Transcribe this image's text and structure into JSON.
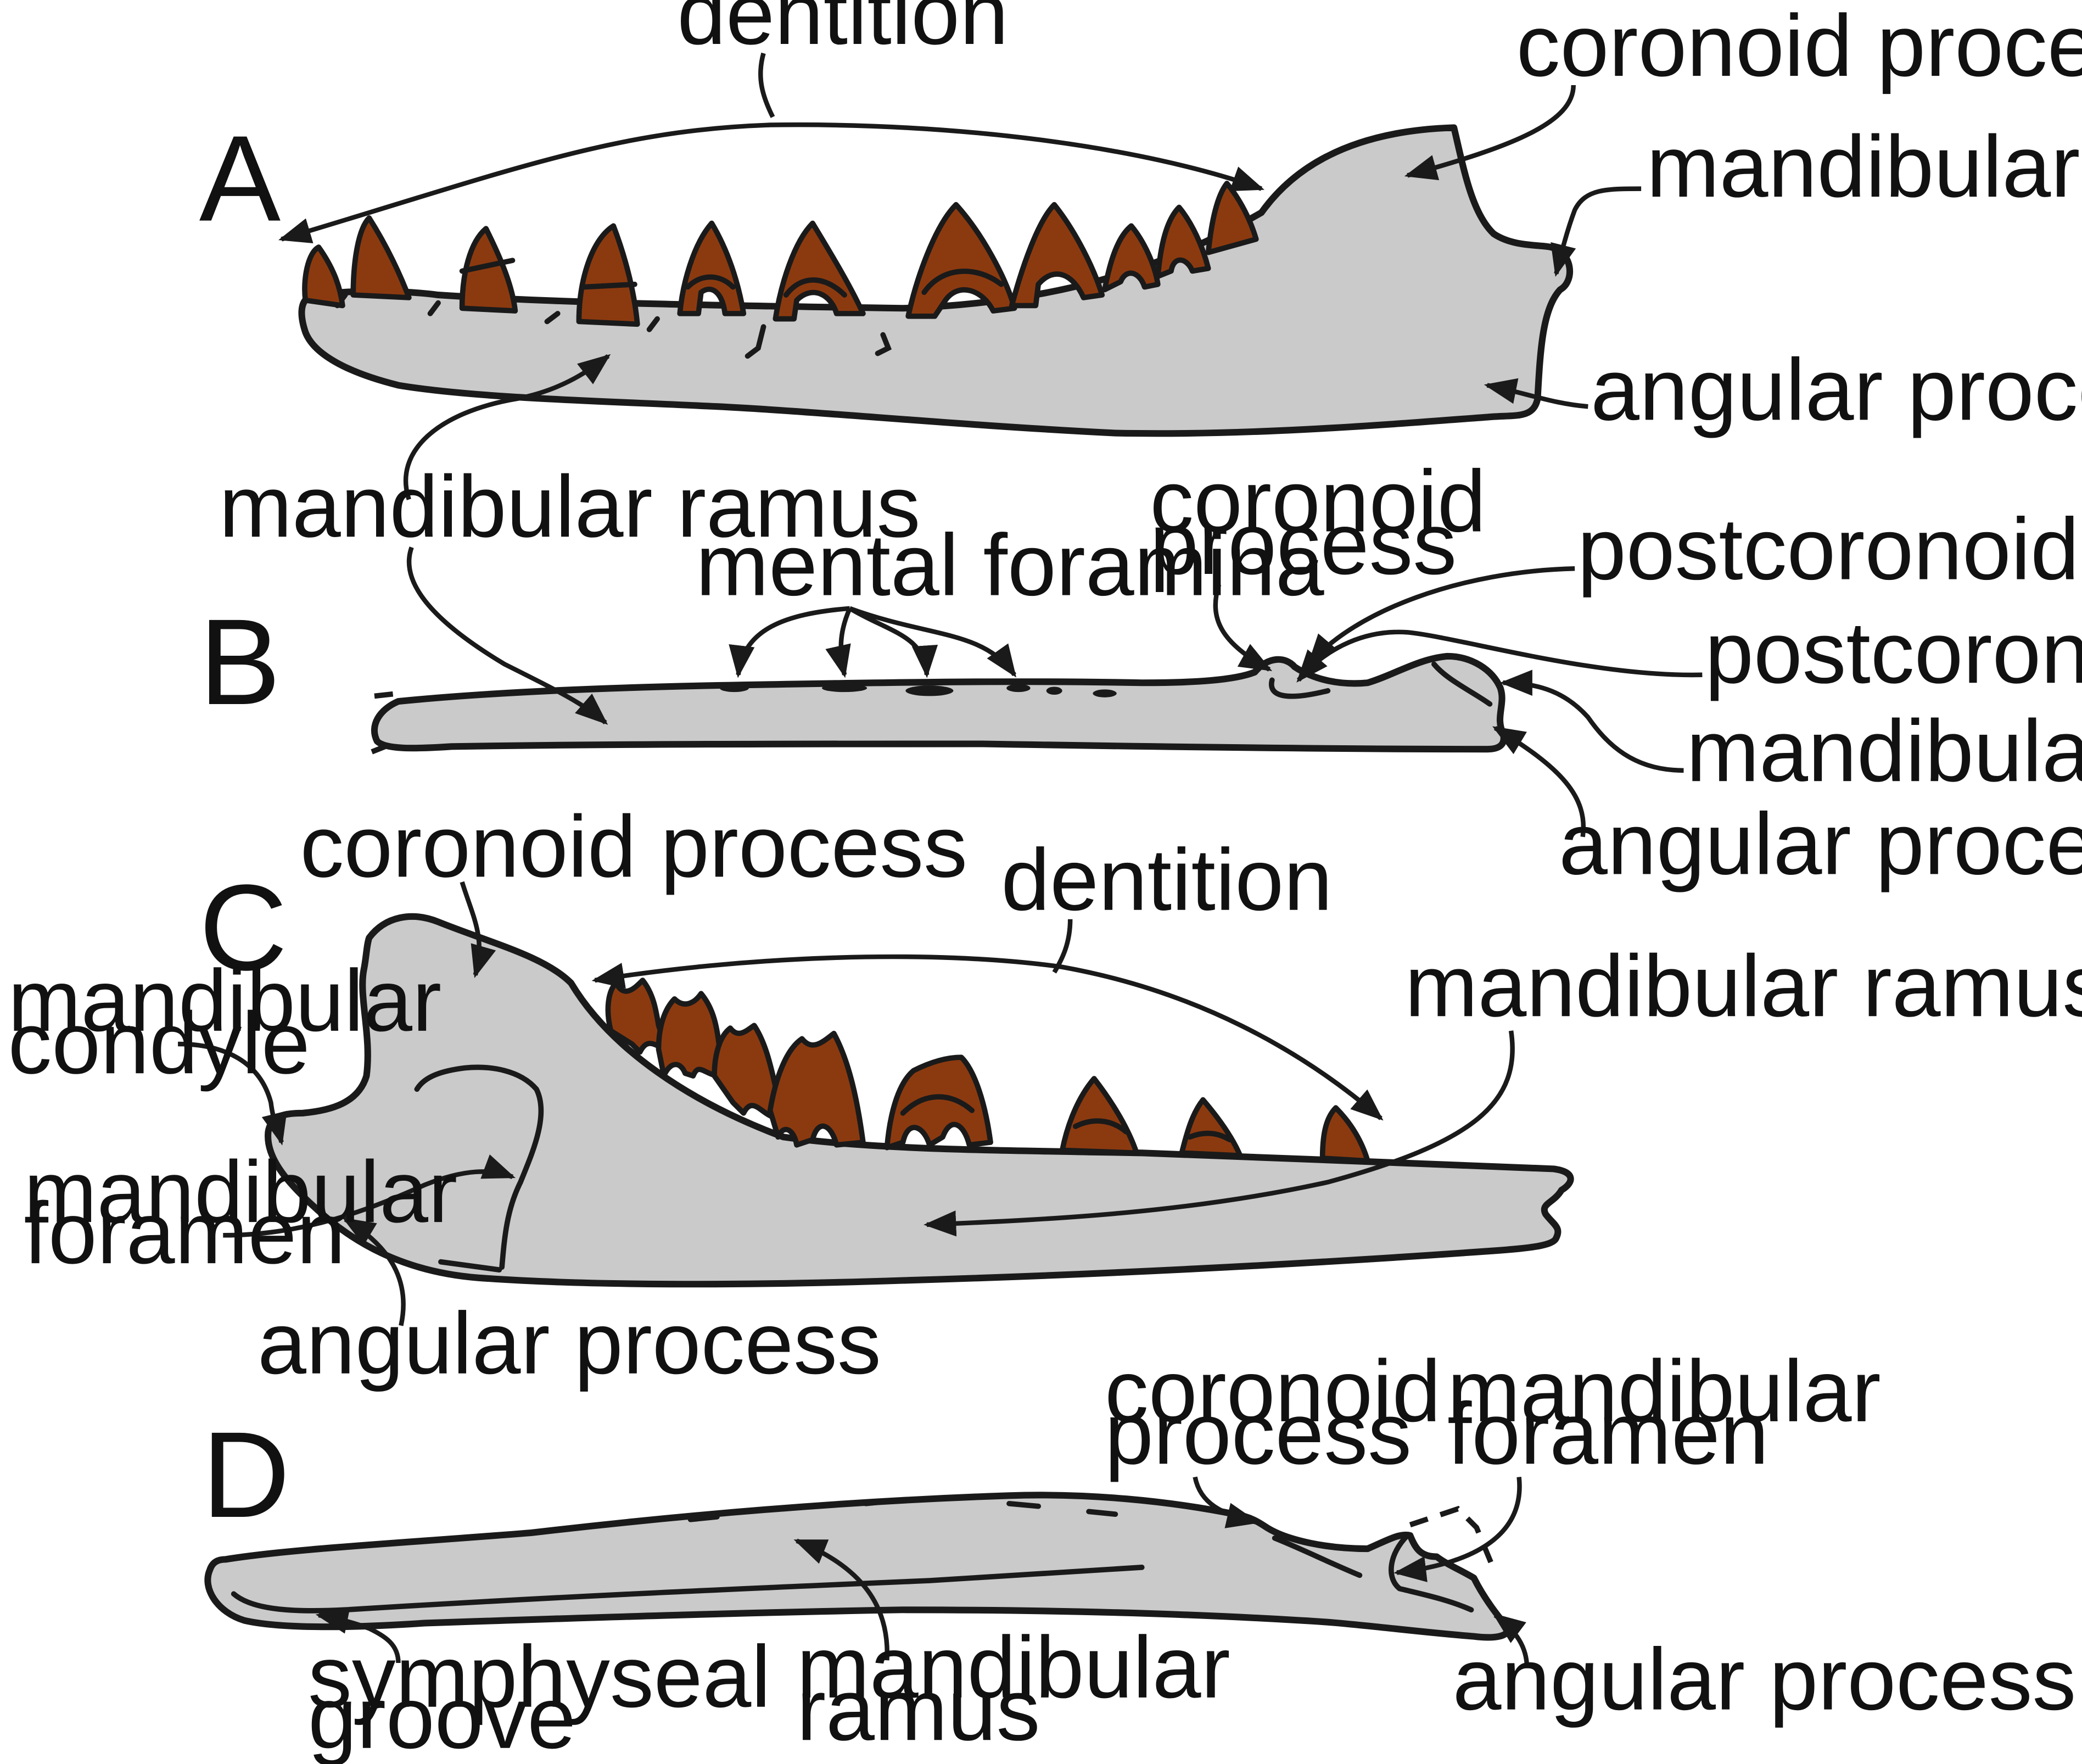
{
  "panels": [
    "A",
    "B",
    "C",
    "D"
  ],
  "colors": {
    "bone": "#cacaca",
    "tooth": "#8b3a0f",
    "ink": "#1a1a1a"
  },
  "labels": {
    "a_dentition": "dentition",
    "a_coronoid": "coronoid process",
    "a_condyle": "mandibular condyle",
    "a_angular": "angular process",
    "ab_ramus": "mandibular ramus",
    "b_mental": "mental foramina",
    "b_coronoid_1": "coronoid",
    "b_coronoid_2": "process",
    "b_postcrest": "postcoronoid crest",
    "b_postfossa": "postcoronoid fossa",
    "b_condyle": "mandibular condyle",
    "b_angular": "angular process",
    "c_coronoid": "coronoid process",
    "c_dentition": "dentition",
    "c_ramus": "mandibular ramus",
    "c_condyle_1": "mandibular",
    "c_condyle_2": "condyle",
    "c_foramen_1": "mandibular",
    "c_foramen_2": "foramen",
    "c_angular": "angular process",
    "d_coronoid_1": "coronoid",
    "d_coronoid_2": "process",
    "d_foramen_1": "mandibular",
    "d_foramen_2": "foramen",
    "d_symph_1": "symphyseal",
    "d_symph_2": "groove",
    "d_ramus_1": "mandibular",
    "d_ramus_2": "ramus",
    "d_angular": "angular process"
  }
}
